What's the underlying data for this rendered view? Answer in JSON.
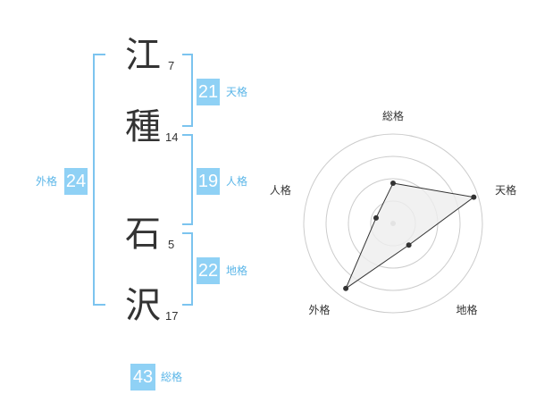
{
  "name": {
    "chars": [
      {
        "char": "江",
        "strokes": "7"
      },
      {
        "char": "種",
        "strokes": "14"
      },
      {
        "char": "石",
        "strokes": "5"
      },
      {
        "char": "沢",
        "strokes": "17"
      }
    ]
  },
  "fortunes": {
    "tenkaku": {
      "value": "21",
      "label": "天格"
    },
    "jinkaku": {
      "value": "19",
      "label": "人格"
    },
    "chikaku": {
      "value": "22",
      "label": "地格"
    },
    "gaikaku": {
      "value": "24",
      "label": "外格"
    },
    "soukaku": {
      "value": "43",
      "label": "総格"
    }
  },
  "chart_data": {
    "type": "radar",
    "axes": [
      "総格",
      "天格",
      "地格",
      "外格",
      "人格"
    ],
    "values": [
      0.45,
      0.95,
      0.3,
      0.9,
      0.2
    ],
    "rings": 4,
    "colors": {
      "fill": "#eeeeee",
      "line": "#333333",
      "grid": "#cccccc"
    }
  }
}
